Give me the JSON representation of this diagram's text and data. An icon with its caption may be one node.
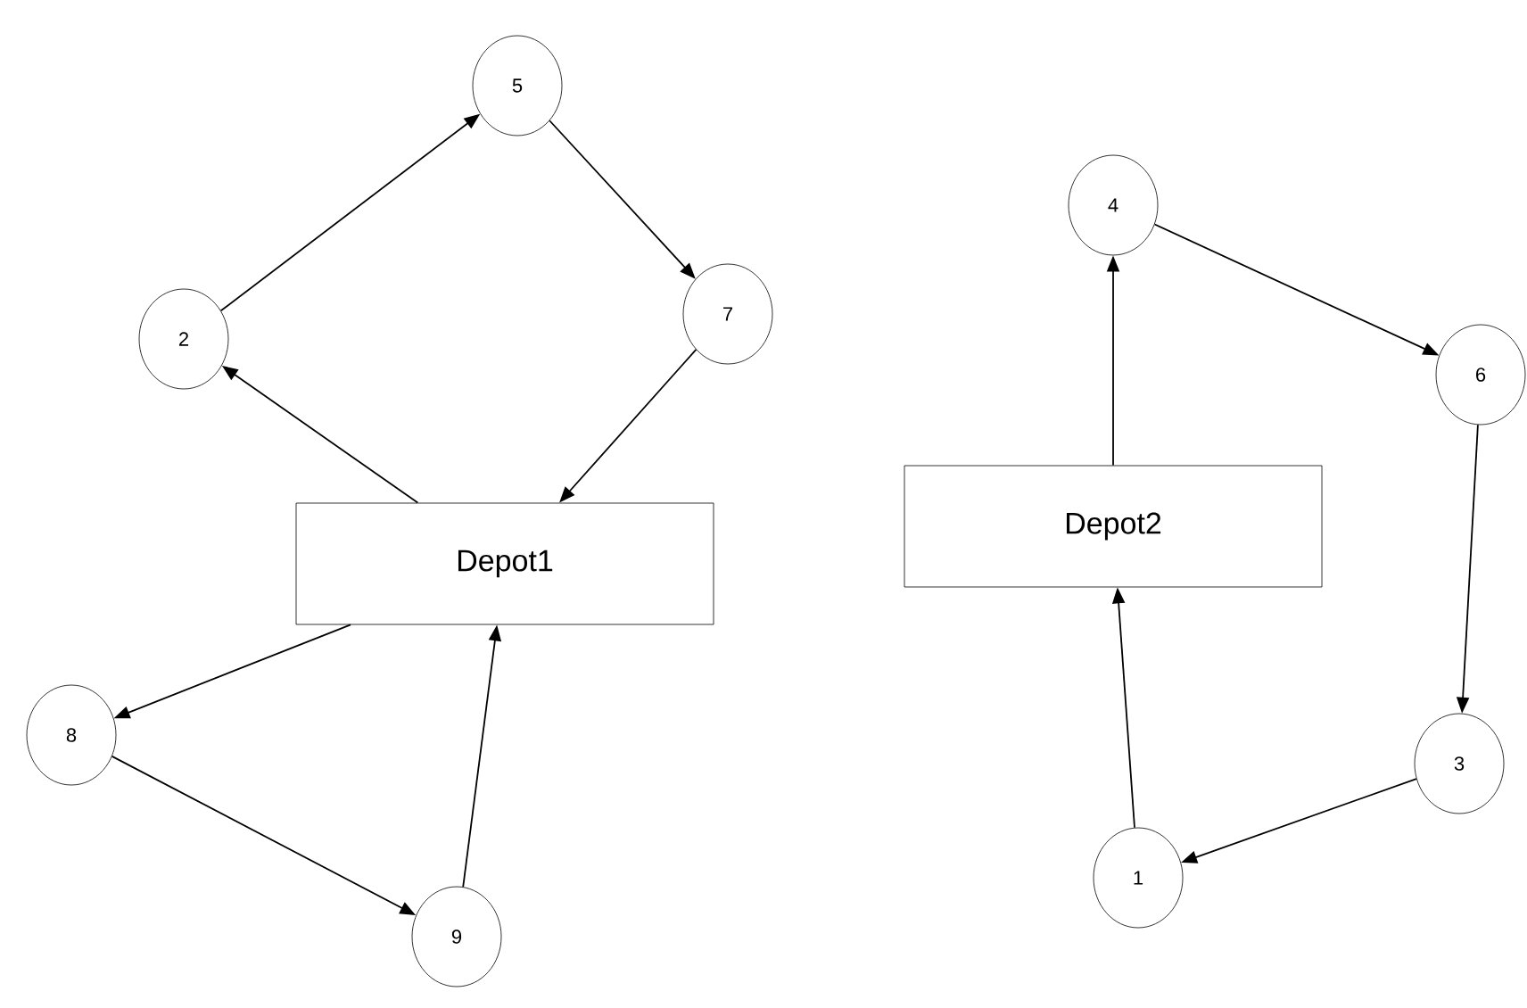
{
  "diagram": {
    "nodes": [
      {
        "text": [
          "Depot1"
        ]
      },
      {
        "text": [
          "2"
        ]
      },
      {
        "text": [
          "5"
        ]
      },
      {
        "text": [
          "7"
        ]
      },
      {
        "text": [
          "8"
        ]
      },
      {
        "text": [
          "9"
        ]
      },
      {
        "text": [
          "Depot2"
        ]
      },
      {
        "text": [
          "4"
        ]
      },
      {
        "text": [
          "6"
        ]
      },
      {
        "text": [
          "3"
        ]
      },
      {
        "text": [
          "1"
        ]
      }
    ],
    "edges": [
      {
        "from": 0,
        "to": 1,
        "arrow": "to"
      },
      {
        "from": 1,
        "to": 2,
        "arrow": "to"
      },
      {
        "from": 2,
        "to": 3,
        "arrow": "to"
      },
      {
        "from": 3,
        "to": 0,
        "arrow": "to"
      },
      {
        "from": 0,
        "to": 4,
        "arrow": "to"
      },
      {
        "from": 4,
        "to": 5,
        "arrow": "to"
      },
      {
        "from": 5,
        "to": 0,
        "arrow": "to"
      },
      {
        "from": 6,
        "to": 7,
        "arrow": "to"
      },
      {
        "from": 7,
        "to": 8,
        "arrow": "to"
      },
      {
        "from": 8,
        "to": 9,
        "arrow": "to"
      },
      {
        "from": 9,
        "to": 10,
        "arrow": "to"
      },
      {
        "from": 10,
        "to": 6,
        "arrow": "to"
      }
    ]
  }
}
